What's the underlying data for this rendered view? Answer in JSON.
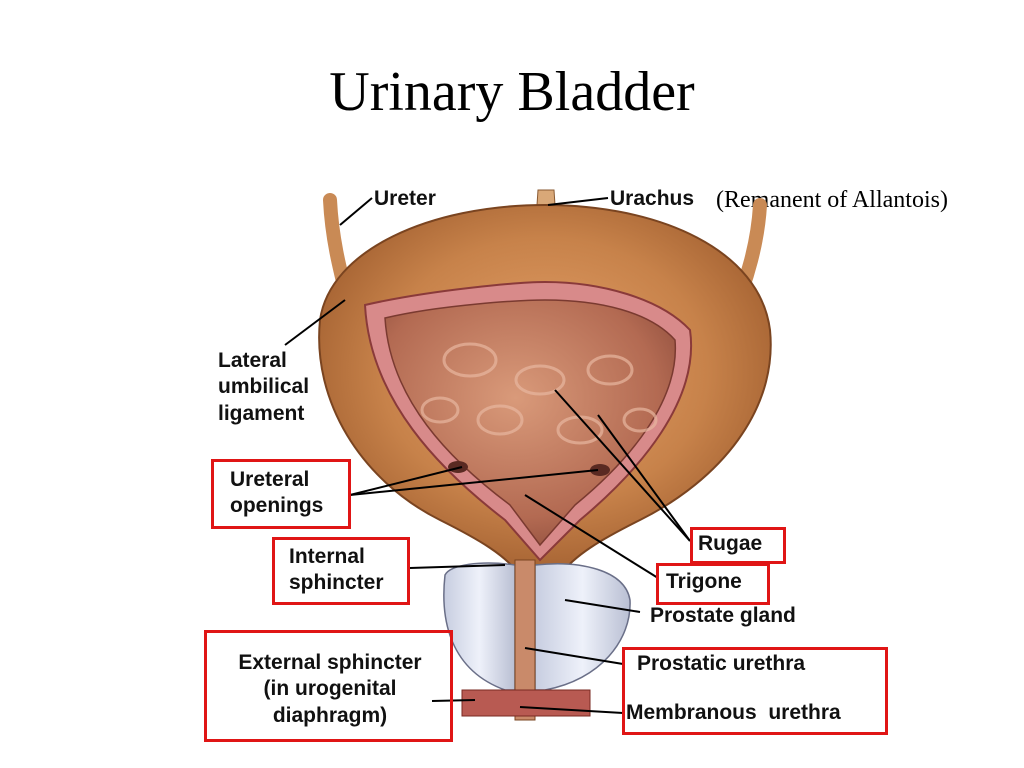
{
  "title": "Urinary Bladder",
  "note": "(Remanent of Allantois)",
  "labels": {
    "ureter": "Ureter",
    "urachus": "Urachus",
    "lateral_umbilical_ligament": [
      "Lateral",
      "umbilical",
      "ligament"
    ],
    "ureteral_openings": [
      "Ureteral",
      "openings"
    ],
    "internal_sphincter": [
      "Internal",
      "sphincter"
    ],
    "external_sphincter": [
      "External sphincter",
      "(in urogenital",
      "diaphragm)"
    ],
    "rugae": "Rugae",
    "trigone": "Trigone",
    "prostate_gland": "Prostate gland",
    "prostatic_urethra": "Prostatic urethra",
    "membranous_urethra": "Membranous  urethra"
  },
  "colors": {
    "highlight_box": "#e01515",
    "bladder_wall": "#c7824a",
    "bladder_lining": "#b36a52",
    "prostate": "#dfe4f2"
  }
}
